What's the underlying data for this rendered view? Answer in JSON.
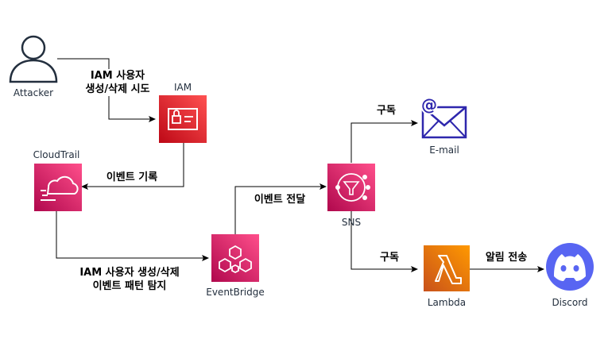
{
  "nodes": {
    "attacker": {
      "label": "Attacker",
      "icon": "user-icon"
    },
    "iam": {
      "label": "IAM",
      "icon": "iam-icon",
      "color": "#dd344c"
    },
    "cloudtrail": {
      "label": "CloudTrail",
      "icon": "cloudtrail-icon",
      "color": "#e7157b"
    },
    "eventbridge": {
      "label": "EventBridge",
      "icon": "eventbridge-icon",
      "color": "#e7157b"
    },
    "sns": {
      "label": "SNS",
      "icon": "sns-icon",
      "color": "#e7157b"
    },
    "email": {
      "label": "E-mail",
      "icon": "email-icon",
      "color": "#2e27ad"
    },
    "lambda": {
      "label": "Lambda",
      "icon": "lambda-icon",
      "color": "#ed7100"
    },
    "discord": {
      "label": "Discord",
      "icon": "discord-icon",
      "color": "#5865f2"
    }
  },
  "edges": {
    "attacker_iam": "IAM 사용자\n생성/삭제 시도",
    "iam_cloudtrail": "이벤트 기록",
    "cloudtrail_eventbridge": "IAM 사용자 생성/삭제\n이벤트 패턴 탐지",
    "eventbridge_sns": "이벤트 전달",
    "sns_email": "구독",
    "sns_lambda": "구독",
    "lambda_discord": "알림 전송"
  }
}
